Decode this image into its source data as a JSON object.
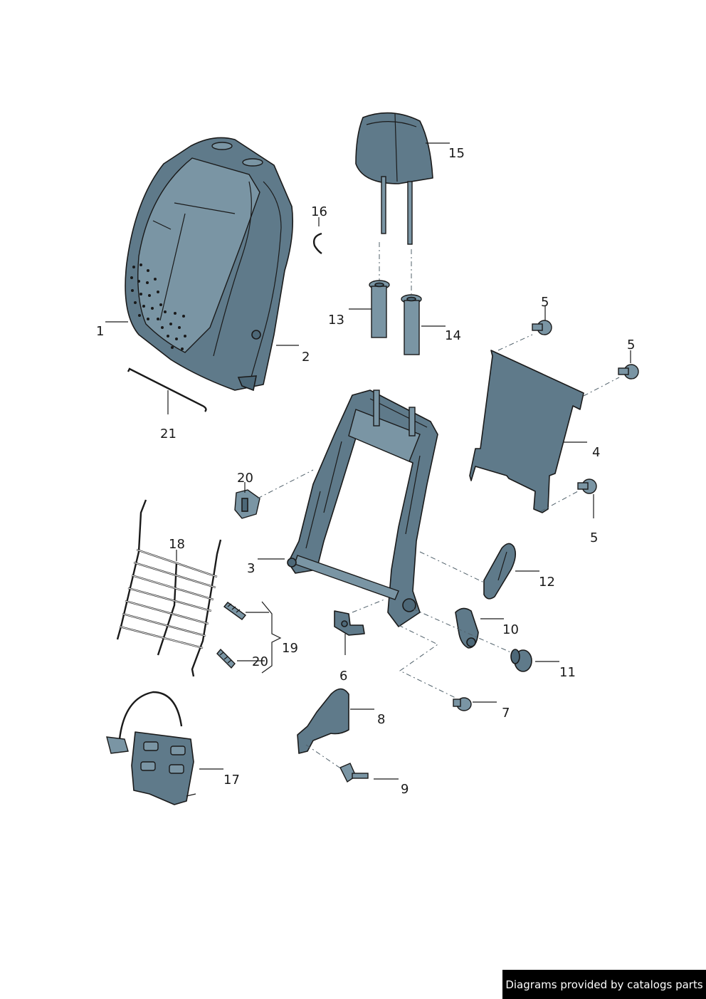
{
  "diagram": {
    "callouts": {
      "c1": "1",
      "c2": "2",
      "c3": "3",
      "c4": "4",
      "c5a": "5",
      "c5b": "5",
      "c5c": "5",
      "c6": "6",
      "c7": "7",
      "c8": "8",
      "c9": "9",
      "c10": "10",
      "c11": "11",
      "c12": "12",
      "c13": "13",
      "c14": "14",
      "c15": "15",
      "c16": "16",
      "c17": "17",
      "c18": "18",
      "c19": "19",
      "c20a": "20",
      "c20b": "20",
      "c21": "21"
    },
    "colors": {
      "part_fill": "#5f7a8a",
      "outline": "#1a1a1a",
      "footer_bg": "#000000"
    }
  },
  "footer": {
    "credit": "Diagrams provided by catalogs parts"
  }
}
